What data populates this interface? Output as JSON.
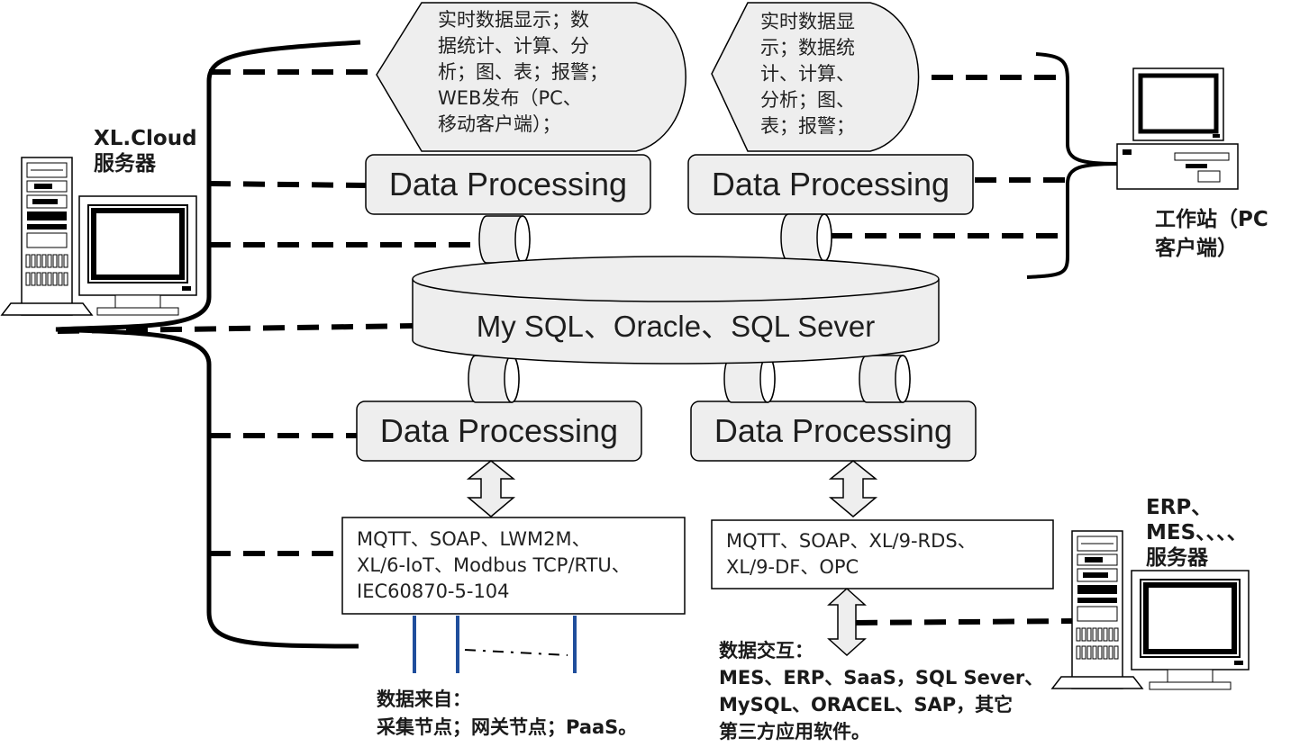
{
  "server": {
    "label": "XL.Cloud\n服务器"
  },
  "workstation": {
    "label": "工作站（PC\n客户端）"
  },
  "erp_server": {
    "label": "ERP、\nMES、、、、\n服务器"
  },
  "callouts": {
    "left": "实时数据显示；数\n据统计、计算、分\n析；图、表；报警；\nWEB发布（PC、\n移动客户端）；",
    "right": "实时数据显\n示；数据统\n计、计算、\n分析；图、\n表；报警；"
  },
  "processing": {
    "top_left": "Data Processing",
    "top_right": "Data Processing",
    "bottom_left": "Data Processing",
    "bottom_right": "Data Processing"
  },
  "database": {
    "label": "My SQL、Oracle、SQL Sever"
  },
  "protocols": {
    "left": "MQTT、SOAP、LWM2M、\nXL/6-IoT、Modbus TCP/RTU、\nIEC60870-5-104",
    "right": "MQTT、SOAP、XL/9-RDS、\nXL/9-DF、OPC"
  },
  "data_source": {
    "label": "数据来自：\n采集节点；网关节点；PaaS。"
  },
  "data_exchange": {
    "label": "数据交互：\nMES、ERP、SaaS，SQL Sever、\nMySQL、ORACEL、SAP，其它\n第三方应用软件。"
  },
  "colors": {
    "box_fill": "#eeeeee",
    "stroke": "#000000",
    "signal_line": "#1f4e9c"
  }
}
